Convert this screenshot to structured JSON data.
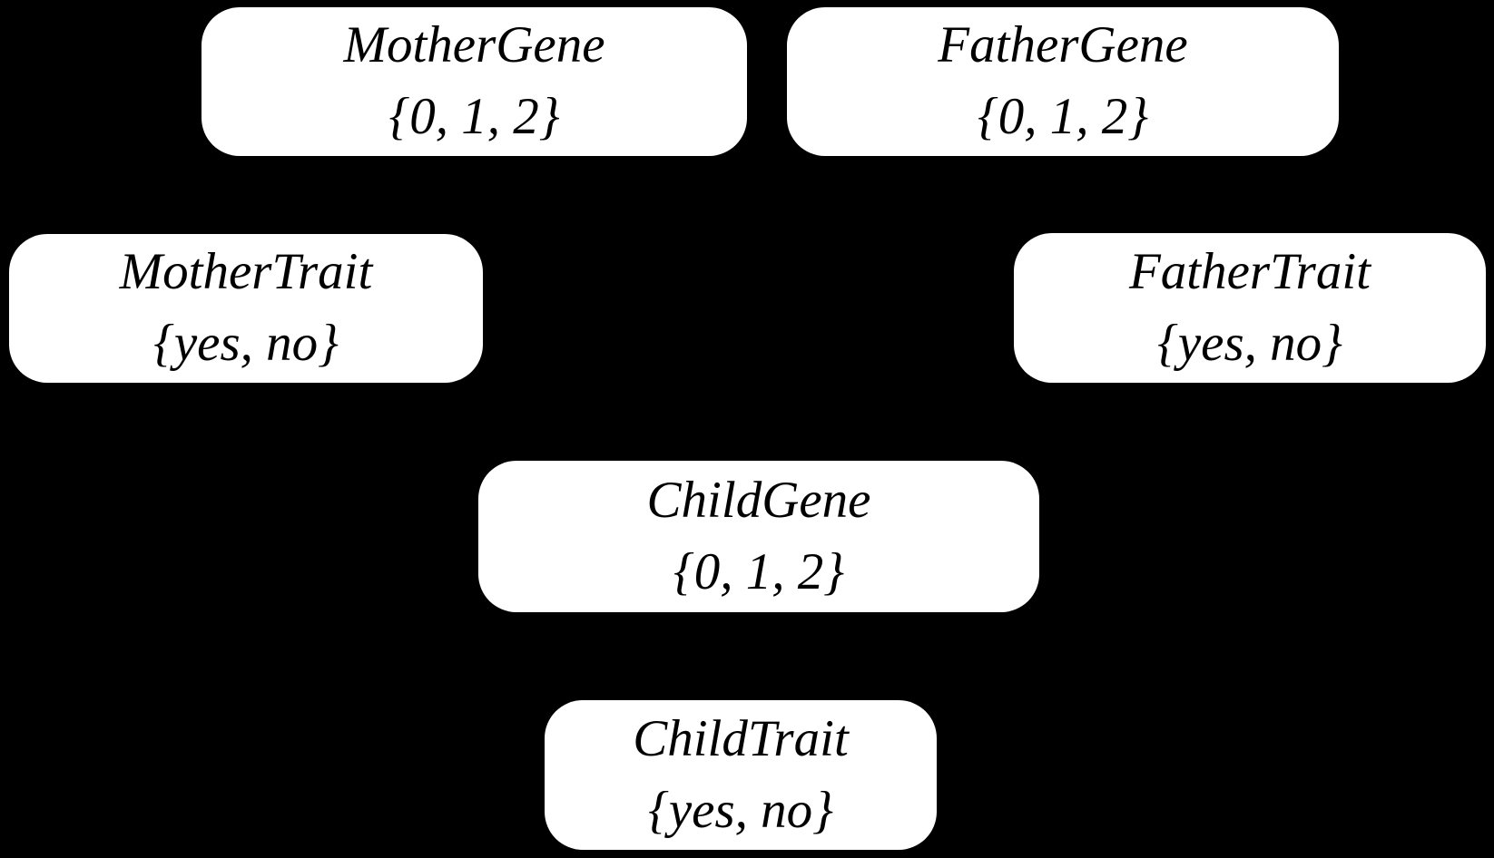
{
  "diagram": {
    "background_color": "#000000",
    "node_fill_color": "#ffffff",
    "node_text_color": "#000000",
    "nodes": [
      {
        "label": "MotherGene",
        "domain": "{0, 1, 2}"
      },
      {
        "label": "FatherGene",
        "domain": "{0, 1, 2}"
      },
      {
        "label": "MotherTrait",
        "domain": "{yes, no}"
      },
      {
        "label": "FatherTrait",
        "domain": "{yes, no}"
      },
      {
        "label": "ChildGene",
        "domain": "{0, 1, 2}"
      },
      {
        "label": "ChildTrait",
        "domain": "{yes, no}"
      }
    ]
  }
}
